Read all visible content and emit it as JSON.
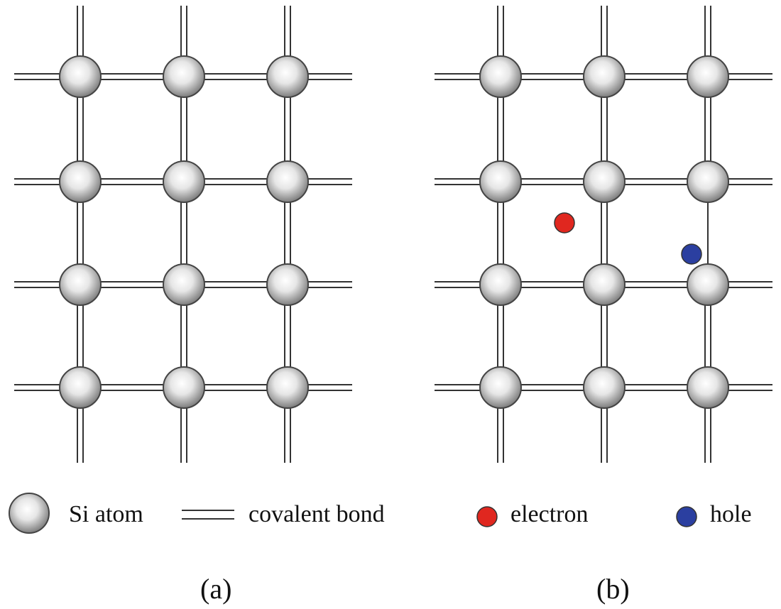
{
  "legend": {
    "atom_label": "Si atom",
    "bond_label": "covalent bond",
    "electron_label": "electron",
    "hole_label": "hole"
  },
  "panels": {
    "a_label": "(a)",
    "b_label": "(b)"
  },
  "colors": {
    "electron": "#e0271f",
    "hole": "#2b3fa0",
    "atom_light": "#ffffff",
    "atom_dark": "#7d7d7d",
    "bond": "#333333"
  },
  "lattice": {
    "rows": 4,
    "cols": 3,
    "broken_bond_panel_b": "row 2 to row 3, column 3"
  }
}
